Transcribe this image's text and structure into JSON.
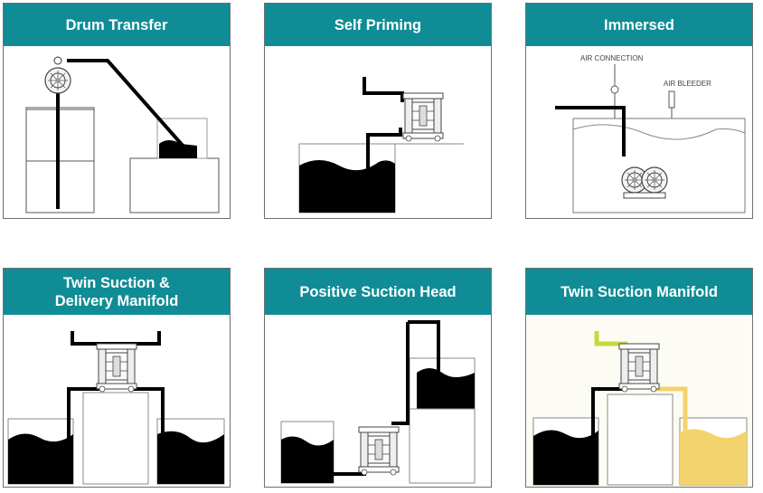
{
  "panels": [
    {
      "title": "Drum Transfer"
    },
    {
      "title": "Self Priming"
    },
    {
      "title": "Immersed",
      "labels": {
        "air_connection": "AIR CONNECTION",
        "air_bleeder": "AIR BLEEDER"
      }
    },
    {
      "title_line1": "Twin Suction &",
      "title_line2": "Delivery Manifold"
    },
    {
      "title": "Positive Suction Head"
    },
    {
      "title": "Twin Suction Manifold"
    }
  ],
  "colors": {
    "header": "#0f8c96",
    "header_text": "#ffffff",
    "liquid": "#000000",
    "yellow_liquid": "#f3d36b",
    "yellow_pipe": "#c8d83c"
  }
}
